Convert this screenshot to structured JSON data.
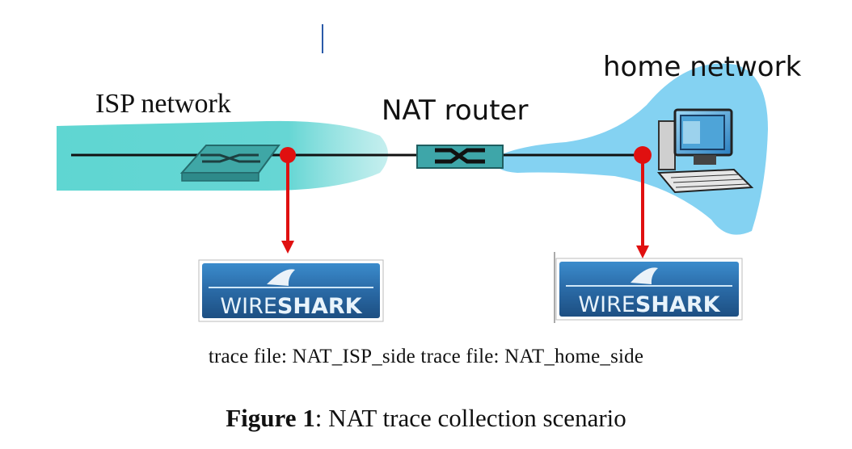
{
  "diagram": {
    "isp_label": "ISP network",
    "nat_label": "NAT router",
    "home_label": "home network",
    "wireshark_left": {
      "light": "WIRE",
      "bold": "SHARK"
    },
    "wireshark_right": {
      "light": "WIRE",
      "bold": "SHARK"
    }
  },
  "captions": {
    "trace_isp": "trace file: NAT_ISP_side",
    "trace_home": "trace file: NAT_home_side",
    "figure_prefix": "Figure 1",
    "figure_text": ": NAT trace collection scenario"
  },
  "colors": {
    "isp_cloud": "#5fd3cf",
    "home_cloud": "#7fd0f2",
    "router_box": "#3ea6a9",
    "tap_red": "#e01010",
    "wireshark_blue": "#2e6fa8"
  }
}
